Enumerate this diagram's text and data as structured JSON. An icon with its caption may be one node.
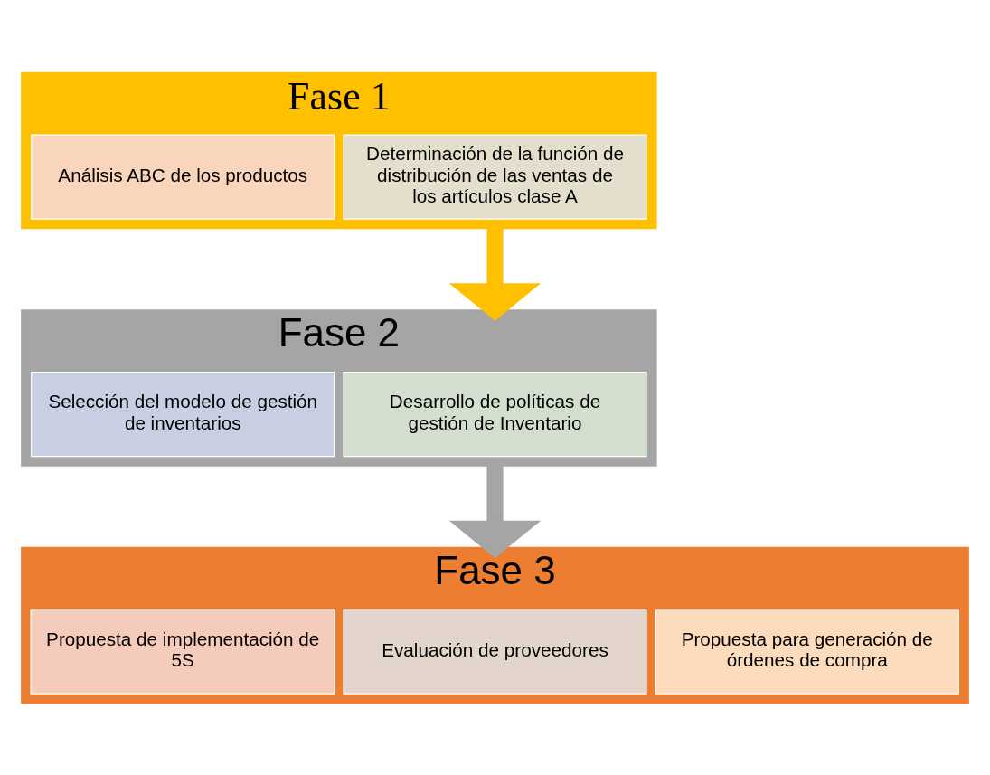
{
  "diagram": {
    "nodes": [
      {
        "text": [
          "Fase 1"
        ]
      },
      {
        "text": [
          "Análisis ABC de los productos"
        ],
        "in": 0
      },
      {
        "text": [
          "Determinación de la función de distribución de las ventas de los artículos clase A"
        ],
        "in": 0
      },
      {
        "text": [
          "Fase 2"
        ]
      },
      {
        "text": [
          "Selección del modelo de gestión de inventarios"
        ],
        "in": 3
      },
      {
        "text": [
          "Desarrollo de políticas de gestión de Inventario"
        ],
        "in": 3
      },
      {
        "text": [
          "Fase 3"
        ]
      },
      {
        "text": [
          "Propuesta de implementación de 5S"
        ],
        "in": 6
      },
      {
        "text": [
          "Evaluación de proveedores"
        ],
        "in": 6
      },
      {
        "text": [
          "Propuesta para generación de órdenes de compra"
        ],
        "in": 6
      }
    ],
    "edges": [
      {
        "from": 0,
        "to": 3,
        "arrow": "to",
        "color": "#ffc000"
      },
      {
        "from": 3,
        "to": 6,
        "arrow": "to",
        "color": "#a5a5a5"
      }
    ]
  }
}
